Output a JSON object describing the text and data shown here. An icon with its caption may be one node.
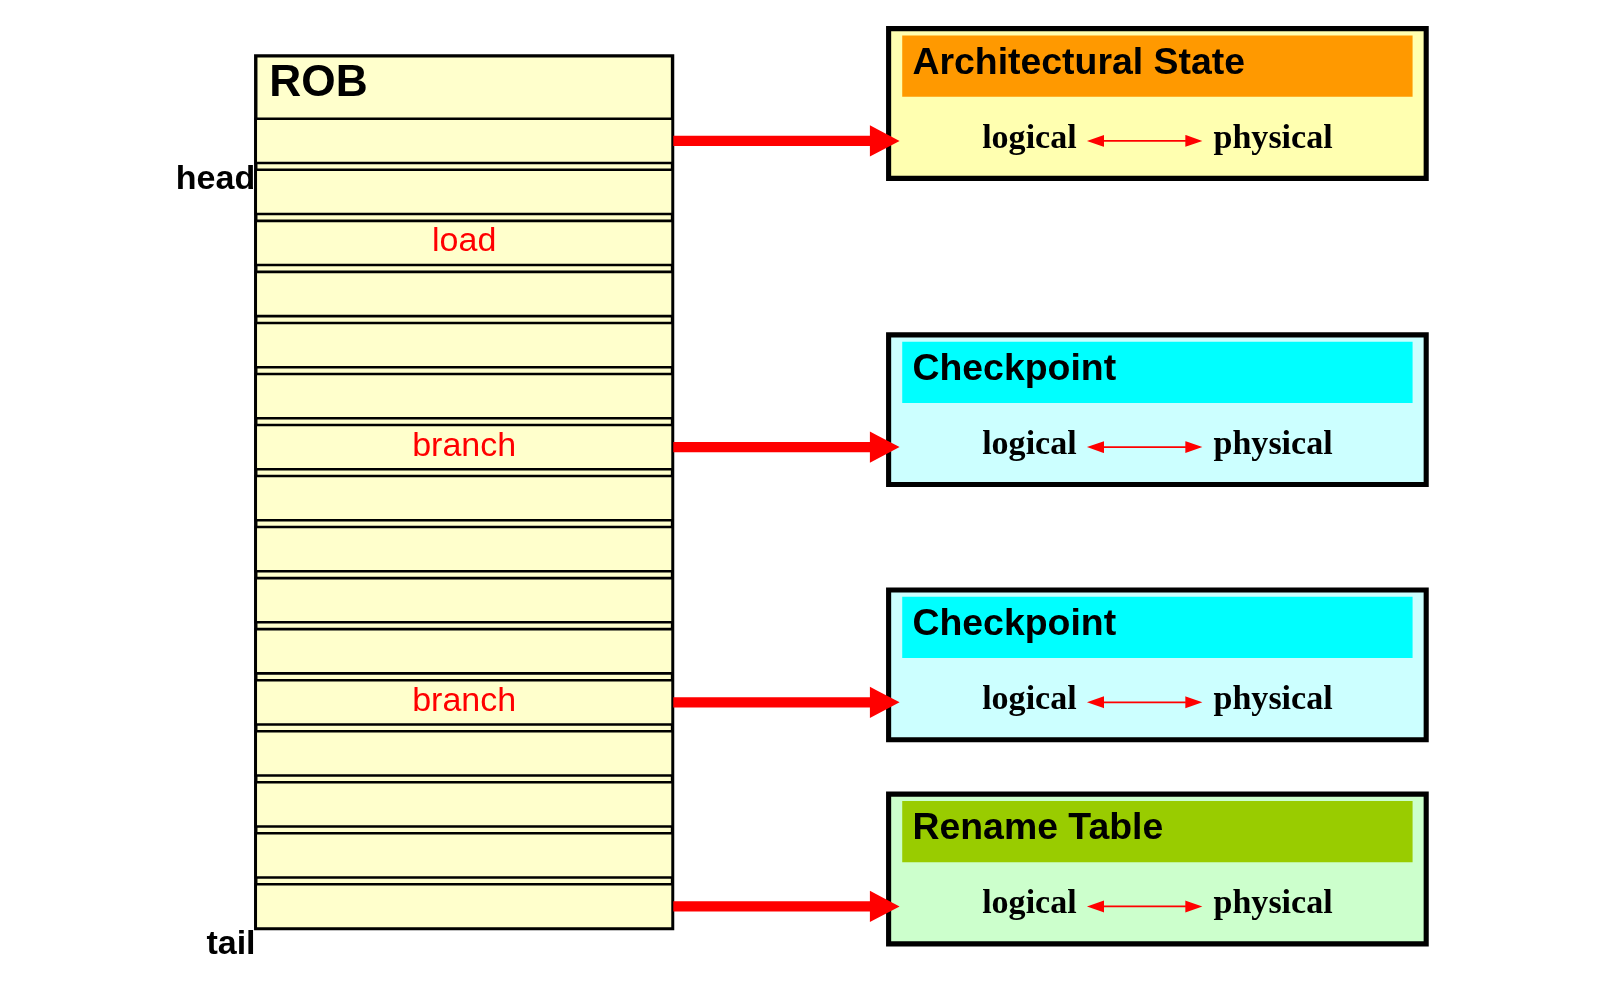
{
  "diagram": {
    "nodes": [
      {
        "text": [
          "ROB"
        ]
      },
      {
        "text": [],
        "shape": "box",
        "in": 0,
        "beside": [
          "head"
        ]
      },
      {
        "text": [],
        "shape": "box",
        "in": 0
      },
      {
        "text": [
          "load"
        ],
        "in": 0
      },
      {
        "text": [],
        "shape": "box",
        "in": 0
      },
      {
        "text": [],
        "shape": "box",
        "in": 0
      },
      {
        "text": [],
        "shape": "box",
        "in": 0
      },
      {
        "text": [
          "branch"
        ],
        "in": 0
      },
      {
        "text": [],
        "shape": "box",
        "in": 0
      },
      {
        "text": [],
        "shape": "box",
        "in": 0
      },
      {
        "text": [],
        "shape": "box",
        "in": 0
      },
      {
        "text": [],
        "shape": "box",
        "in": 0
      },
      {
        "text": [
          "branch"
        ],
        "in": 0
      },
      {
        "text": [],
        "shape": "box",
        "in": 0
      },
      {
        "text": [],
        "shape": "box",
        "in": 0
      },
      {
        "text": [],
        "shape": "box",
        "in": 0
      },
      {
        "text": [],
        "shape": "box",
        "in": 0,
        "beside": [
          "tail"
        ]
      },
      {
        "text": [
          "Architectural State"
        ]
      },
      {
        "text": [
          "logical"
        ],
        "in": 17
      },
      {
        "text": [
          "physical"
        ],
        "in": 17
      },
      {
        "text": [
          "Checkpoint"
        ]
      },
      {
        "text": [
          "logical"
        ],
        "in": 20
      },
      {
        "text": [
          "physical"
        ],
        "in": 20
      },
      {
        "text": [
          "Checkpoint"
        ]
      },
      {
        "text": [
          "logical"
        ],
        "in": 23
      },
      {
        "text": [
          "physical"
        ],
        "in": 23
      },
      {
        "text": [
          "Rename Table"
        ]
      },
      {
        "text": [
          "logical"
        ],
        "in": 26
      },
      {
        "text": [
          "physical"
        ],
        "in": 26
      }
    ],
    "edges": [
      {
        "from": 1,
        "to": 17,
        "arrow": "to",
        "style": "thick"
      },
      {
        "from": 7,
        "to": 20,
        "arrow": "to",
        "style": "thick"
      },
      {
        "from": 12,
        "to": 23,
        "arrow": "to",
        "style": "thick"
      },
      {
        "from": 16,
        "to": 26,
        "arrow": "to",
        "style": "thick"
      },
      {
        "from": 18,
        "to": 19,
        "arrow": "both"
      },
      {
        "from": 21,
        "to": 22,
        "arrow": "both"
      },
      {
        "from": 24,
        "to": 25,
        "arrow": "both"
      },
      {
        "from": 27,
        "to": 28,
        "arrow": "both"
      }
    ]
  }
}
